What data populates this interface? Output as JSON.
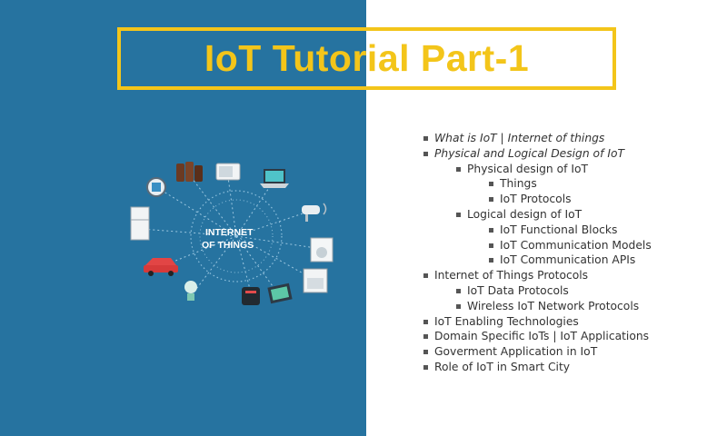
{
  "title": "IoT Tutorial Part-1",
  "illustration": {
    "center_line1": "INTERNET",
    "center_line2": "OF THINGS"
  },
  "toc": [
    {
      "text": "What is IoT | Internet of things",
      "level": 0,
      "italic": true
    },
    {
      "text": "Physical and Logical Design of IoT",
      "level": 0,
      "italic": true
    },
    {
      "text": "Physical design of IoT",
      "level": 1
    },
    {
      "text": "Things",
      "level": 2
    },
    {
      "text": "IoT Protocols",
      "level": 2
    },
    {
      "text": "Logical design of IoT",
      "level": 1
    },
    {
      "text": "IoT Functional Blocks",
      "level": 2
    },
    {
      "text": "IoT Communication Models",
      "level": 2
    },
    {
      "text": "IoT Communication APIs",
      "level": 2
    },
    {
      "text": "Internet of Things Protocols",
      "level": 0
    },
    {
      "text": "IoT Data Protocols",
      "level": 1
    },
    {
      "text": "Wireless IoT Network Protocols",
      "level": 1
    },
    {
      "text": "IoT Enabling Technologies",
      "level": 0
    },
    {
      "text": "Domain Specific IoTs | IoT Applications",
      "level": 0
    },
    {
      "text": "Goverment Application in IoT",
      "level": 0
    },
    {
      "text": "Role of IoT in Smart City",
      "level": 0
    }
  ],
  "colors": {
    "left_panel": "#2673a0",
    "title_accent": "#f3c51a",
    "text": "#333333"
  }
}
